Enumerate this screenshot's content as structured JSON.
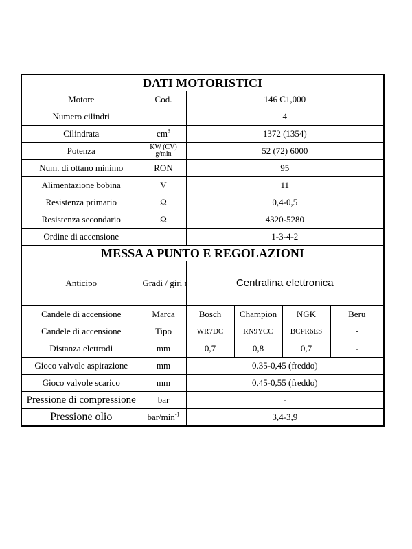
{
  "dati": {
    "title": "DATI MOTORISTICI",
    "rows": [
      {
        "label": "Motore",
        "unit": "Cod.",
        "value": "146 C1,000"
      },
      {
        "label": "Numero cilindri",
        "unit": "",
        "value": "4"
      },
      {
        "label": "Cilindrata",
        "unit": "cm",
        "unit_sup": "3",
        "value": "1372 (1354)"
      },
      {
        "label": "Potenza",
        "unit": "KW (CV)",
        "unit2": "g/min",
        "value": "52 (72) 6000"
      },
      {
        "label": "Num. di ottano minimo",
        "unit": "RON",
        "value": "95"
      },
      {
        "label": "Alimentazione bobina",
        "unit": "V",
        "value": "11"
      },
      {
        "label": "Resistenza primario",
        "unit": "Ω",
        "value": "0,4-0,5"
      },
      {
        "label": "Resistenza secondario",
        "unit": "Ω",
        "value": "4320-5280"
      },
      {
        "label": "Ordine di accensione",
        "unit": "",
        "value": "1-3-4-2"
      }
    ]
  },
  "messa": {
    "title": "MESSA A PUNTO E REGOLAZIONI",
    "anticipo": {
      "label": "Anticipo",
      "unit": "Gradi / giri motore",
      "value": "Centralina elettronica"
    },
    "candele_marca": {
      "label": "Candele di accensione",
      "unit": "Marca",
      "values": [
        "Bosch",
        "Champion",
        "NGK",
        "Beru"
      ]
    },
    "candele_tipo": {
      "label": "Candele di accensione",
      "unit": "Tipo",
      "values": [
        "WR7DC",
        "RN9YCC",
        "BCPR6ES",
        "-"
      ]
    },
    "distanza": {
      "label": "Distanza elettrodi",
      "unit": "mm",
      "values": [
        "0,7",
        "0,8",
        "0,7",
        "-"
      ]
    },
    "aspirazione": {
      "label": "Gioco valvole aspirazione",
      "unit": "mm",
      "value": "0,35-0,45 (freddo)"
    },
    "scarico": {
      "label": "Gioco valvole scarico",
      "unit": "mm",
      "value": "0,45-0,55 (freddo)"
    },
    "compressione": {
      "label": "Pressione di compressione",
      "unit": "bar",
      "value": "-"
    },
    "olio": {
      "label": "Pressione olio",
      "unit": "bar/min",
      "unit_sup": "-1",
      "value": "3,4-3,9"
    }
  }
}
